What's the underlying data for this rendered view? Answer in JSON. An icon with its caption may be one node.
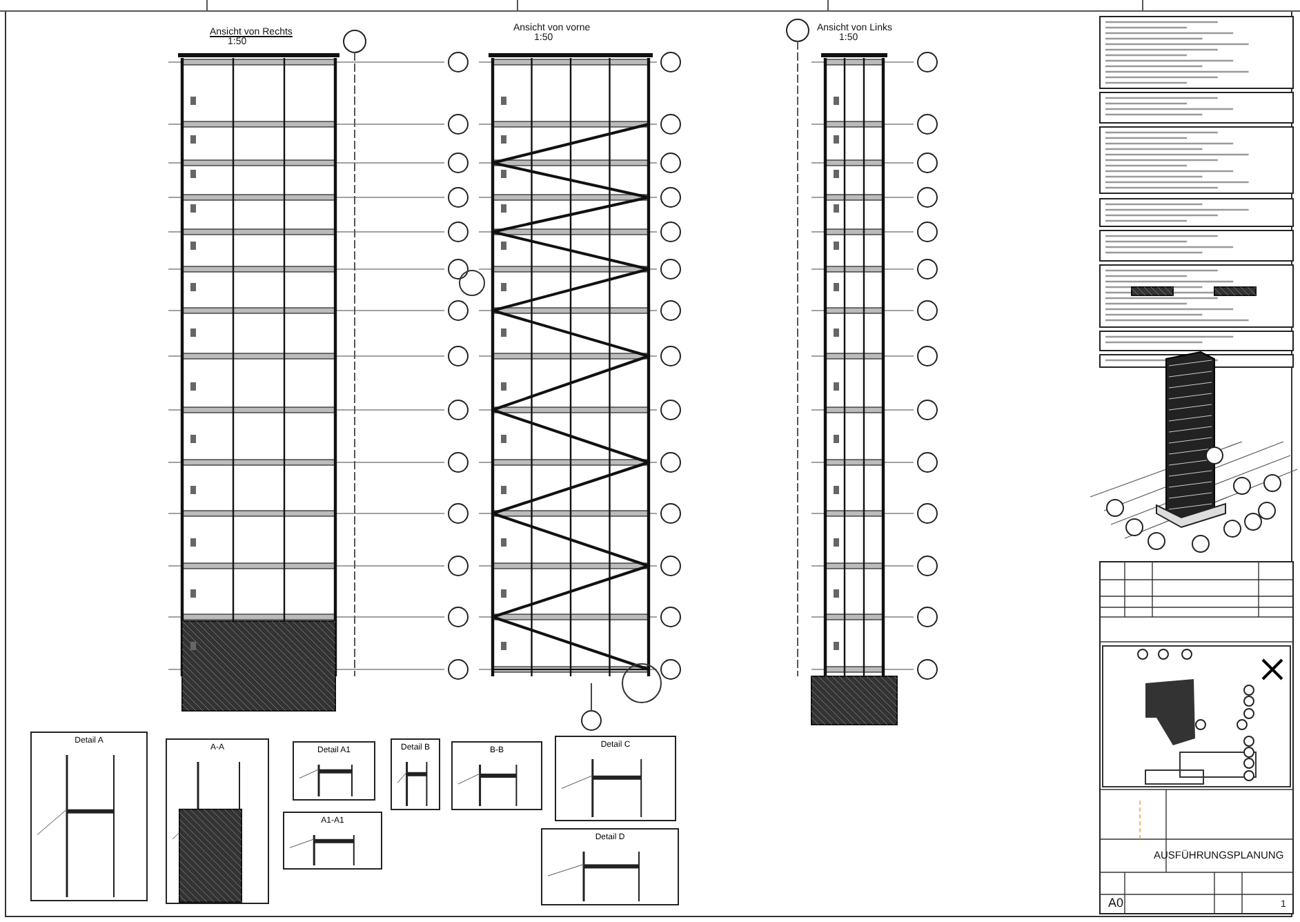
{
  "diagram": {
    "nodes": [
      {
        "text": [
          "Detail A"
        ]
      },
      {
        "text": [
          "A-A"
        ]
      },
      {
        "text": [
          "Detail A1"
        ]
      },
      {
        "text": [
          "A1-A1"
        ]
      },
      {
        "text": [
          "Detail B"
        ]
      },
      {
        "text": [
          "B-B"
        ]
      },
      {
        "text": [
          "Detail C"
        ]
      },
      {
        "text": [
          "Detail D"
        ]
      }
    ],
    "edges": [],
    "labels": [
      "Ansicht von Rechts",
      "1:50",
      "Ansicht von vorne",
      "1:50",
      "Ansicht von Links",
      "1:50",
      "AUSFÜHRUNGSPLANUNG",
      "A0",
      "1"
    ]
  }
}
